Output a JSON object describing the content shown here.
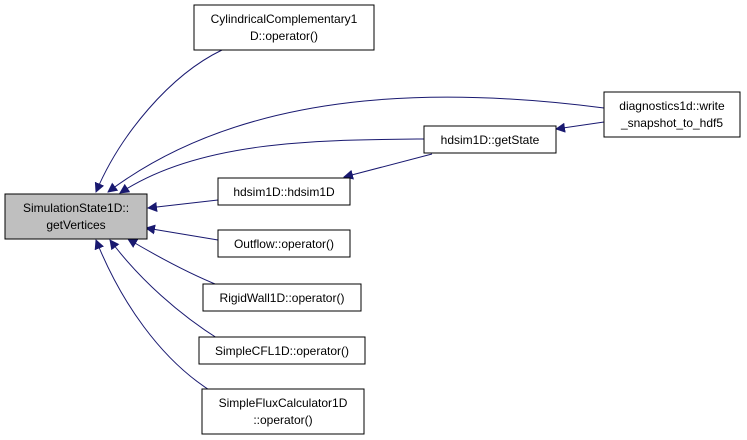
{
  "colors": {
    "edge": "#191970",
    "node_border": "#000000",
    "focus_fill": "#bfbfbf",
    "node_fill": "#ffffff"
  },
  "nodes": {
    "focus": {
      "lines": [
        "SimulationState1D::",
        "getVertices"
      ]
    },
    "cylindrical": {
      "lines": [
        "CylindricalComplementary1",
        "D::operator()"
      ]
    },
    "diagnostics": {
      "lines": [
        "diagnostics1d::write",
        "_snapshot_to_hdf5"
      ]
    },
    "getstate": {
      "lines": [
        "hdsim1D::getState"
      ]
    },
    "hdsim": {
      "lines": [
        "hdsim1D::hdsim1D"
      ]
    },
    "outflow": {
      "lines": [
        "Outflow::operator()"
      ]
    },
    "rigidwall": {
      "lines": [
        "RigidWall1D::operator()"
      ]
    },
    "simplecfl": {
      "lines": [
        "SimpleCFL1D::operator()"
      ]
    },
    "simpleflux": {
      "lines": [
        "SimpleFluxCalculator1D",
        "::operator()"
      ]
    }
  }
}
